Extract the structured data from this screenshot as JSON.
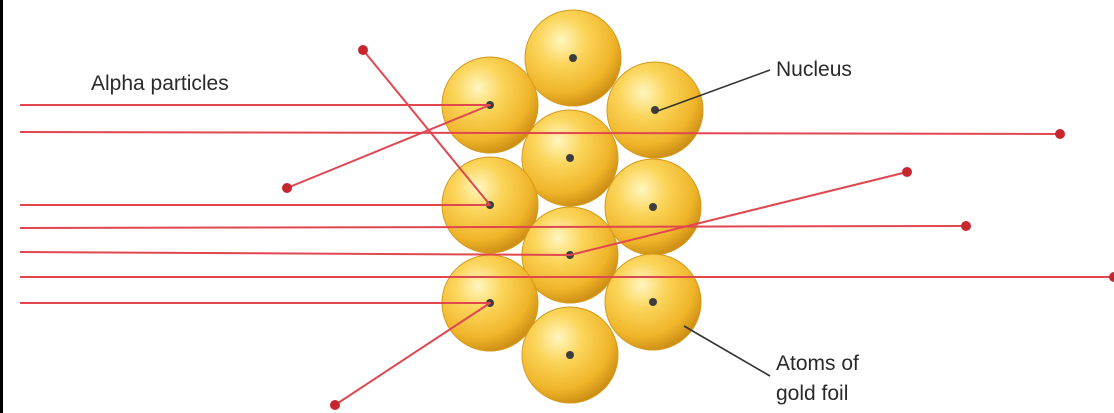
{
  "labels": {
    "alpha_particles": "Alpha particles",
    "nucleus": "Nucleus",
    "atoms_line1": "Atoms of",
    "atoms_line2": "gold foil"
  },
  "colors": {
    "particle_track": "#e0474f",
    "particle_dot": "#c8262f",
    "atom_light": "#fff3a8",
    "atom_mid": "#f7c534",
    "atom_dark": "#c98a12",
    "nucleus": "#3d3d3d",
    "leader_line": "#333333"
  },
  "icons": {
    "atom": "gold-atom-sphere",
    "nucleus": "nucleus-dot",
    "particle": "alpha-particle-dot"
  }
}
